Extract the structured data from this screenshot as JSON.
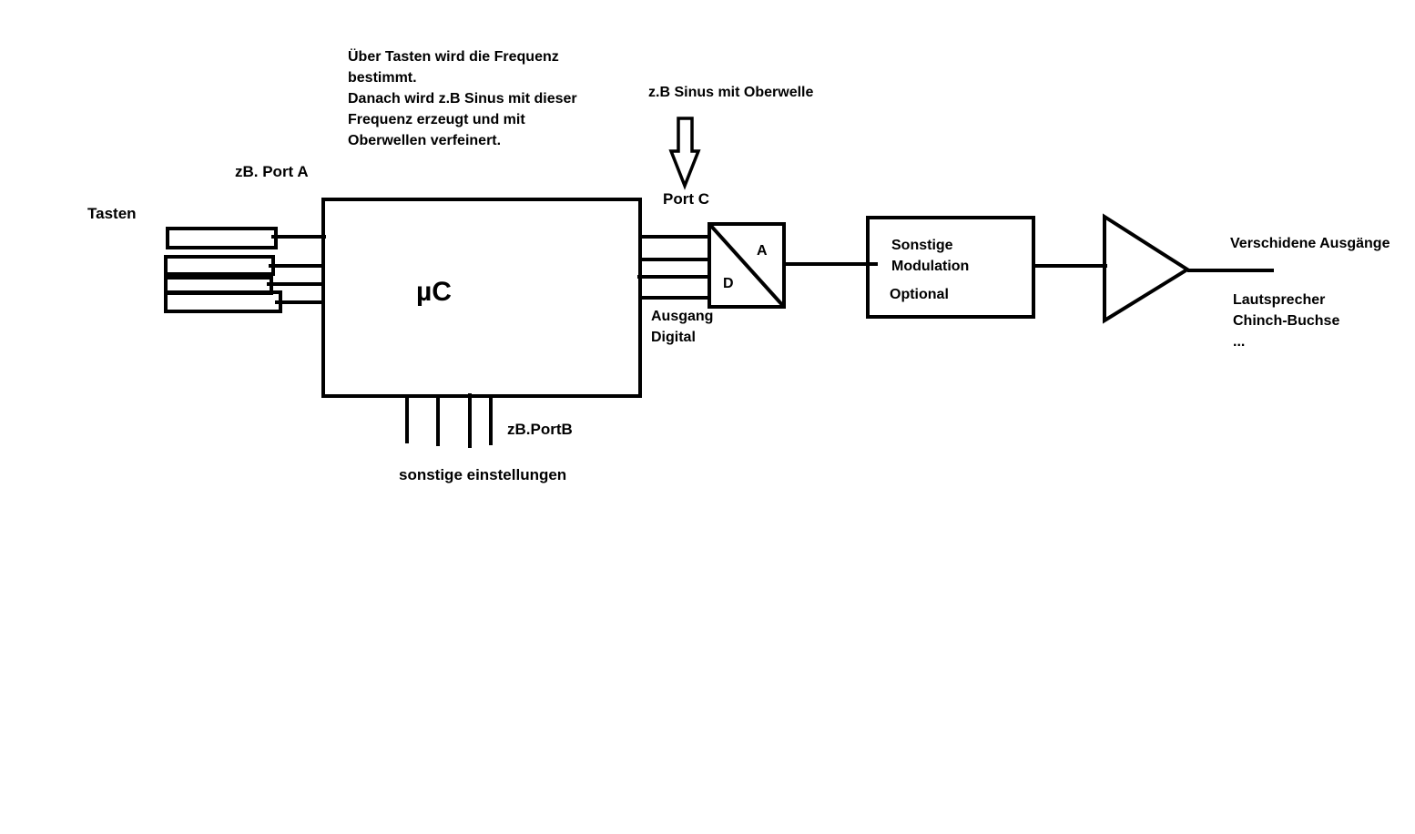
{
  "colors": {
    "ink": "#000000",
    "background": "#ffffff"
  },
  "labels": {
    "description": [
      "Über Tasten wird die Frequenz",
      "bestimmt.",
      "Danach wird z.B Sinus mit dieser",
      "Frequenz erzeugt und mit",
      "Oberwellen verfeinert."
    ],
    "harmonic_note": "z.B Sinus mit Oberwelle",
    "port_a": "zB. Port A",
    "tasten": "Tasten",
    "port_c": "Port C",
    "mcu": "µC",
    "dac_a": "A",
    "dac_d": "D",
    "digital_output": [
      "Ausgang",
      "Digital"
    ],
    "port_b": "zB.PortB",
    "other_settings": "sonstige einstellungen",
    "modulation": [
      "Sonstige",
      "Modulation",
      "Optional"
    ],
    "outputs_title": "Verschidene Ausgänge",
    "outputs": [
      "Lautsprecher",
      "Chinch-Buchse",
      "..."
    ]
  }
}
